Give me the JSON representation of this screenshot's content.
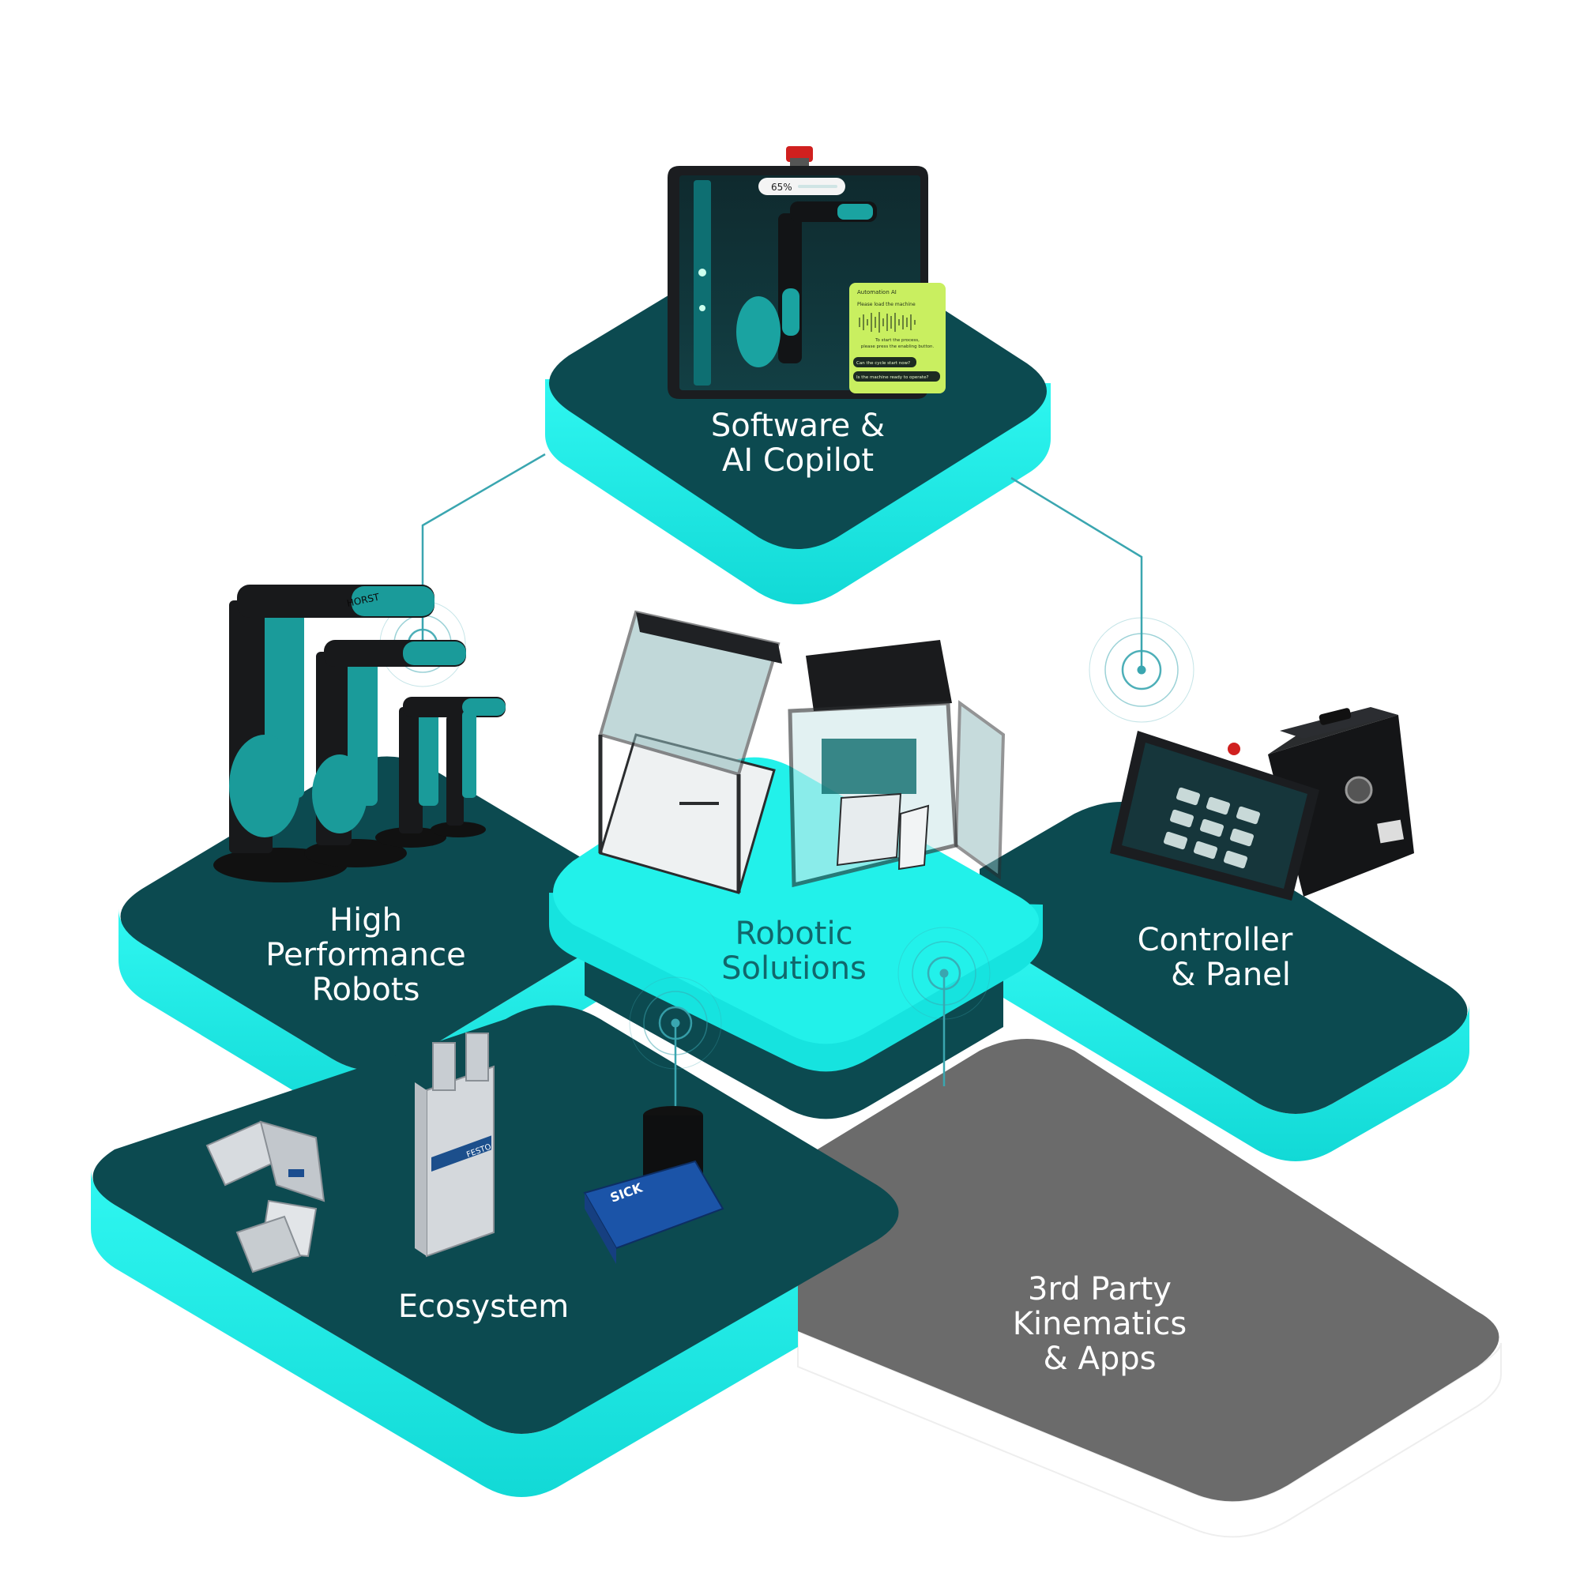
{
  "colors": {
    "tile_top": "#0c4a50",
    "tile_side": "#19f0ea",
    "center_top": "#20f0ea",
    "gray_top": "#6a6a6a",
    "gray_side": "#ffffff",
    "connector": "#3aa6b0",
    "accent": "#2ec6c0"
  },
  "tiles": {
    "software": {
      "label_line1": "Software &",
      "label_line2": "AI Copilot"
    },
    "robots": {
      "label_line1": "High",
      "label_line2": "Performance",
      "label_line3": "Robots"
    },
    "solutions": {
      "label_line1": "Robotic",
      "label_line2": "Solutions"
    },
    "controller": {
      "label_line1": "Controller",
      "label_line2": "& Panel"
    },
    "ecosystem": {
      "label_line1": "Ecosystem"
    },
    "third_party": {
      "label_line1": "3rd Party",
      "label_line2": "Kinematics",
      "label_line3": "& Apps"
    }
  },
  "tablet_ui": {
    "percent": "65%",
    "ai_title": "Automation AI",
    "ai_prompt": "Please load the machine",
    "ai_hint_line1": "To start the process,",
    "ai_hint_line2": "please press the enabling button.",
    "chip1": "Can the cycle start now?",
    "chip2": "Is the machine ready to operate?"
  },
  "brands": {
    "festo": "FESTO",
    "sick": "SICK",
    "horst": "HORST"
  },
  "icons": {
    "emergency_stop": "red-button-icon",
    "pulse": "concentric-rings-icon"
  }
}
